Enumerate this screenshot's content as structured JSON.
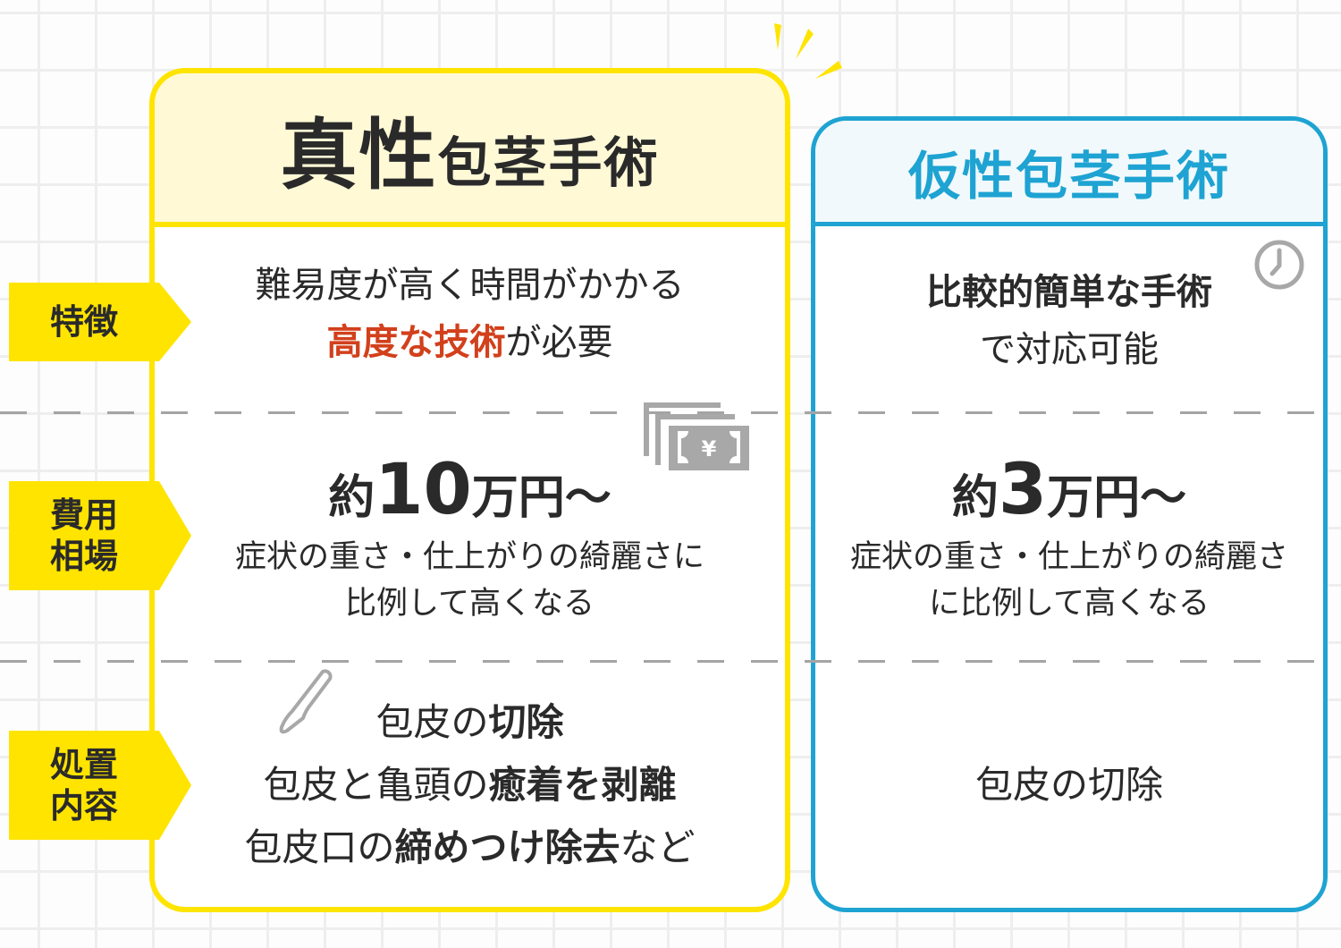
{
  "colors": {
    "true_accent": "#ffe400",
    "true_header_bg": "#fff9d6",
    "false_accent": "#1ea3d2",
    "false_header_bg": "#f1f9fc",
    "highlight_text": "#d2401c",
    "text": "#2a2a2a",
    "icon_gray": "#a8a8a8"
  },
  "row_labels": {
    "features": {
      "line1": "特徴"
    },
    "cost": {
      "line1": "費用",
      "line2": "相場"
    },
    "procedure": {
      "line1": "処置",
      "line2": "内容"
    }
  },
  "true_phimosis": {
    "title_big": "真性",
    "title_small": "包茎手術",
    "features": {
      "line1": "難易度が高く時間がかかる",
      "line2_highlight": "高度な技術",
      "line2_rest": "が必要"
    },
    "cost": {
      "prefix": "約",
      "number": "10",
      "suffix": "万円〜",
      "note_line1": "症状の重さ・仕上がりの綺麗さに",
      "note_line2": "比例して高くなる"
    },
    "procedure": {
      "line1_normal": "包皮の",
      "line1_bold": "切除",
      "line2_normal": "包皮と亀頭の",
      "line2_bold": "癒着を剥離",
      "line3_normal": "包皮口の",
      "line3_bold": "締めつけ除去",
      "line3_tail": "など"
    }
  },
  "false_phimosis": {
    "title": "仮性包茎手術",
    "features": {
      "line1_bold": "比較的簡単な手術",
      "line2": "で対応可能"
    },
    "cost": {
      "prefix": "約",
      "number": "3",
      "suffix": "万円〜",
      "note_line1": "症状の重さ・仕上がりの綺麗さ",
      "note_line2": "に比例して高くなる"
    },
    "procedure": {
      "line1": "包皮の切除"
    }
  },
  "icons": {
    "clock": "clock-icon",
    "money": "yen-bills-icon",
    "scalpel": "scalpel-icon",
    "sparkle": "emphasis-sparkle-icon"
  }
}
